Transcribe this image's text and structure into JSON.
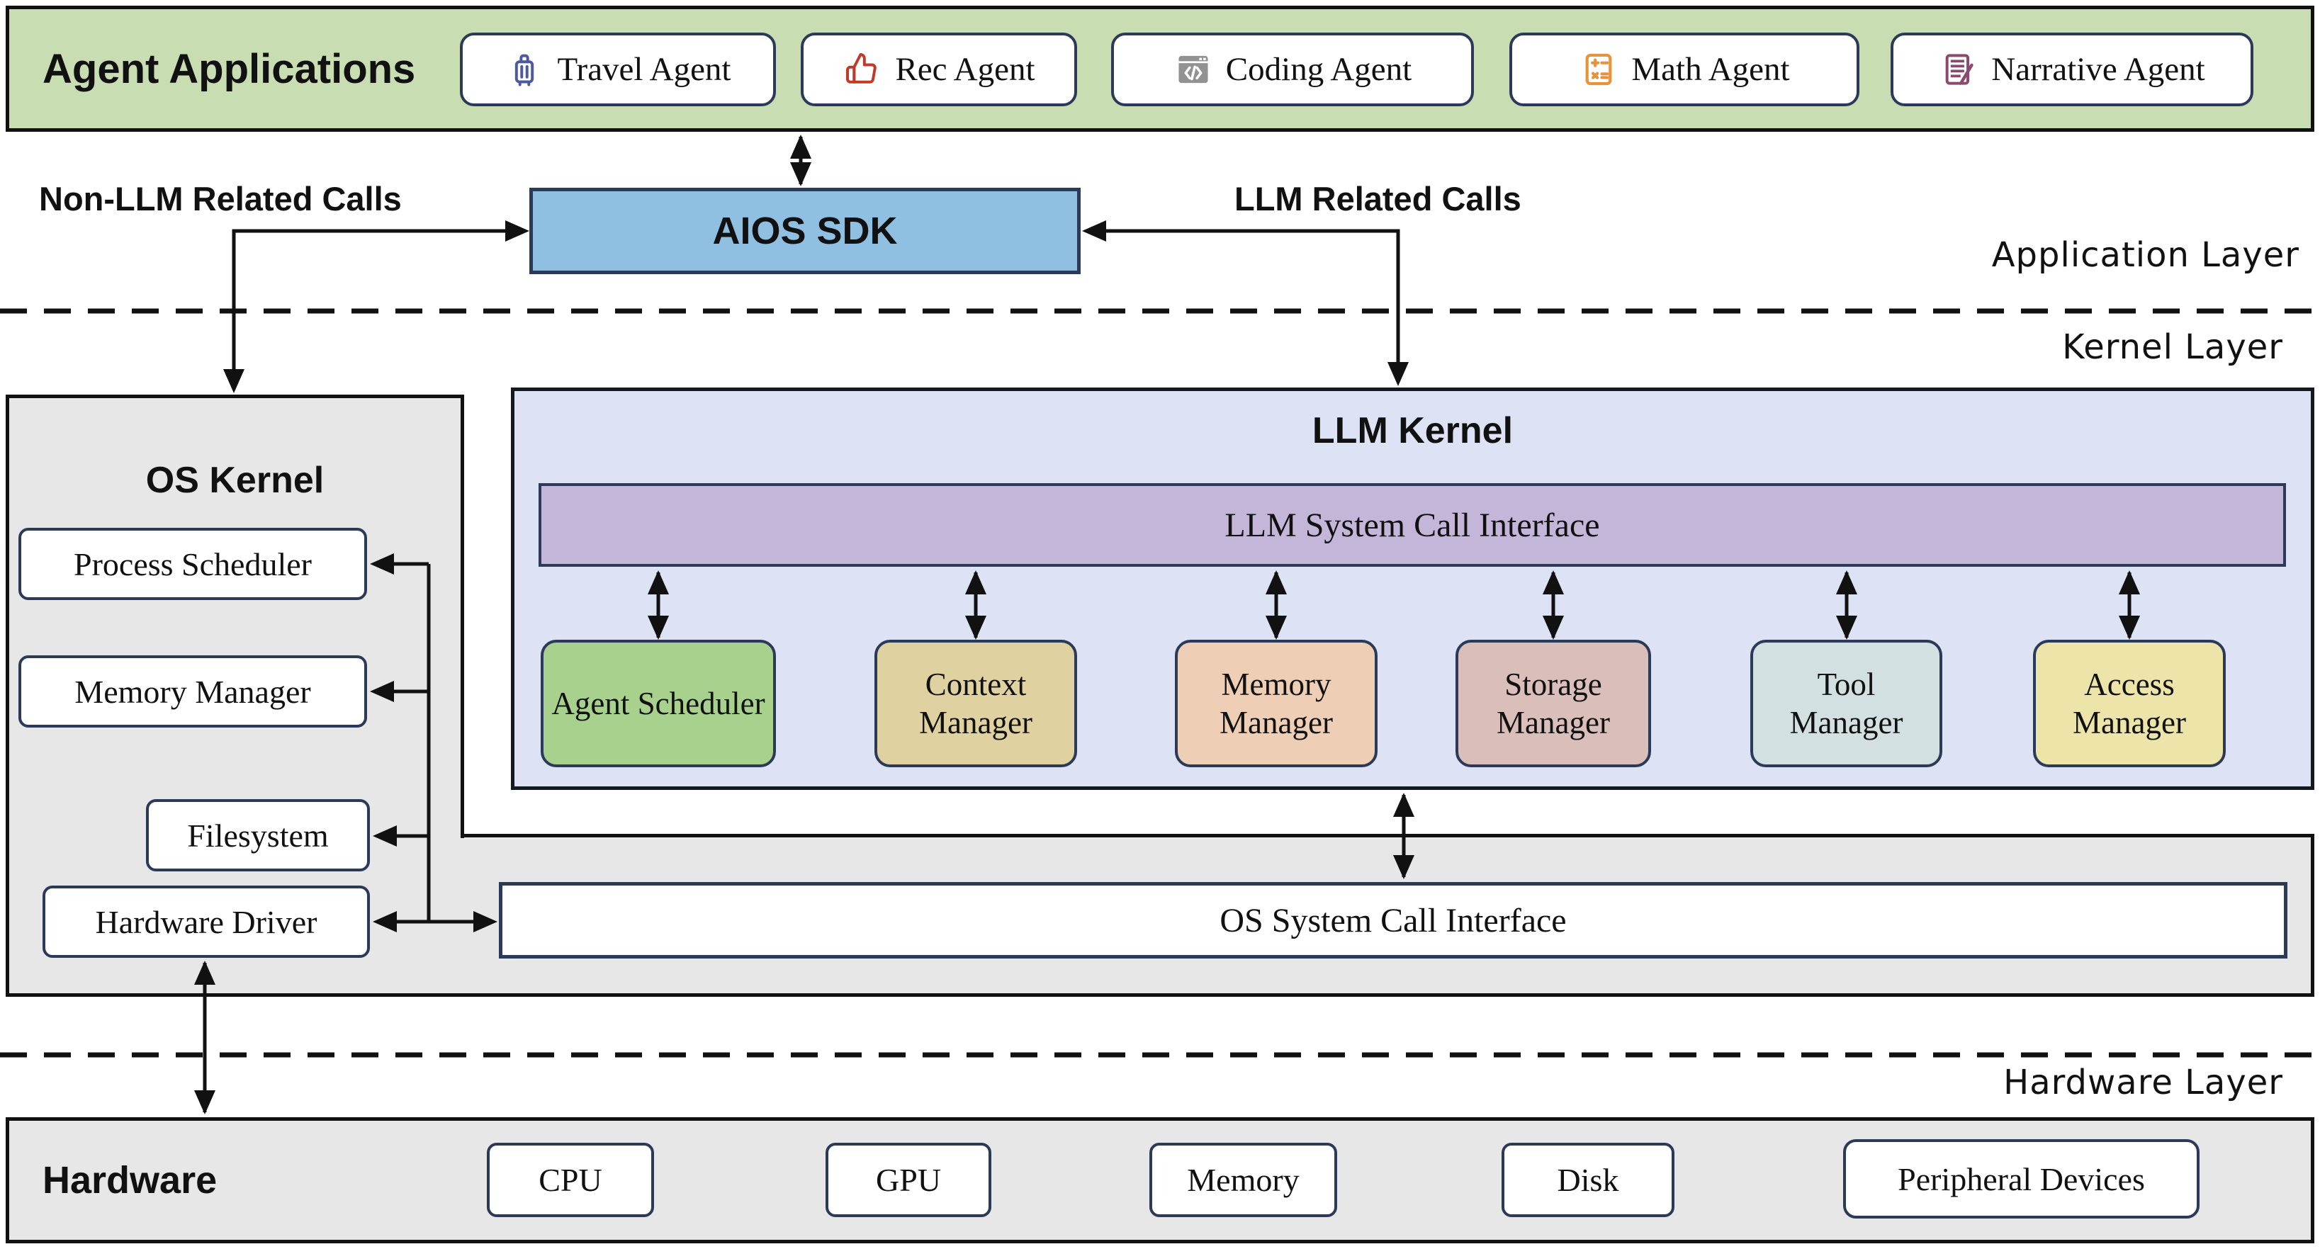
{
  "colors": {
    "green_bar_bg": "#c9ddb2",
    "sdk_blue": "#8fc0e2",
    "llm_kernel_bg": "#dde3f5",
    "syscall_purple": "#c4b6d9",
    "gray_panel": "#e7e7e7",
    "navy_border": "#2c3a5a",
    "manager_fills": [
      "#a9d18e",
      "#dfd2a0",
      "#eeceb5",
      "#d9beba",
      "#d3e0e2",
      "#ece4a9"
    ]
  },
  "agent_applications": {
    "title": "Agent Applications",
    "agents": [
      {
        "label": "Travel Agent",
        "icon": "suitcase-icon"
      },
      {
        "label": "Rec Agent",
        "icon": "thumbs-up-icon"
      },
      {
        "label": "Coding Agent",
        "icon": "code-window-icon"
      },
      {
        "label": "Math Agent",
        "icon": "calculator-icon"
      },
      {
        "label": "Narrative Agent",
        "icon": "document-pen-icon"
      }
    ]
  },
  "application_layer": {
    "layer_label": "Application Layer",
    "sdk_label": "AIOS SDK",
    "non_llm_calls_label": "Non-LLM Related Calls",
    "llm_calls_label": "LLM Related Calls"
  },
  "kernel_layer": {
    "layer_label": "Kernel Layer",
    "os_kernel": {
      "title": "OS Kernel",
      "components": [
        "Process Scheduler",
        "Memory Manager",
        "Filesystem",
        "Hardware Driver"
      ]
    },
    "llm_kernel": {
      "title": "LLM Kernel",
      "syscall_bar": "LLM System Call Interface",
      "managers": [
        "Agent Scheduler",
        "Context Manager",
        "Memory Manager",
        "Storage Manager",
        "Tool Manager",
        "Access Manager"
      ]
    },
    "os_syscall_bar": "OS System Call Interface"
  },
  "hardware_layer": {
    "layer_label": "Hardware Layer",
    "panel_title": "Hardware",
    "devices": [
      "CPU",
      "GPU",
      "Memory",
      "Disk",
      "Peripheral Devices"
    ]
  }
}
